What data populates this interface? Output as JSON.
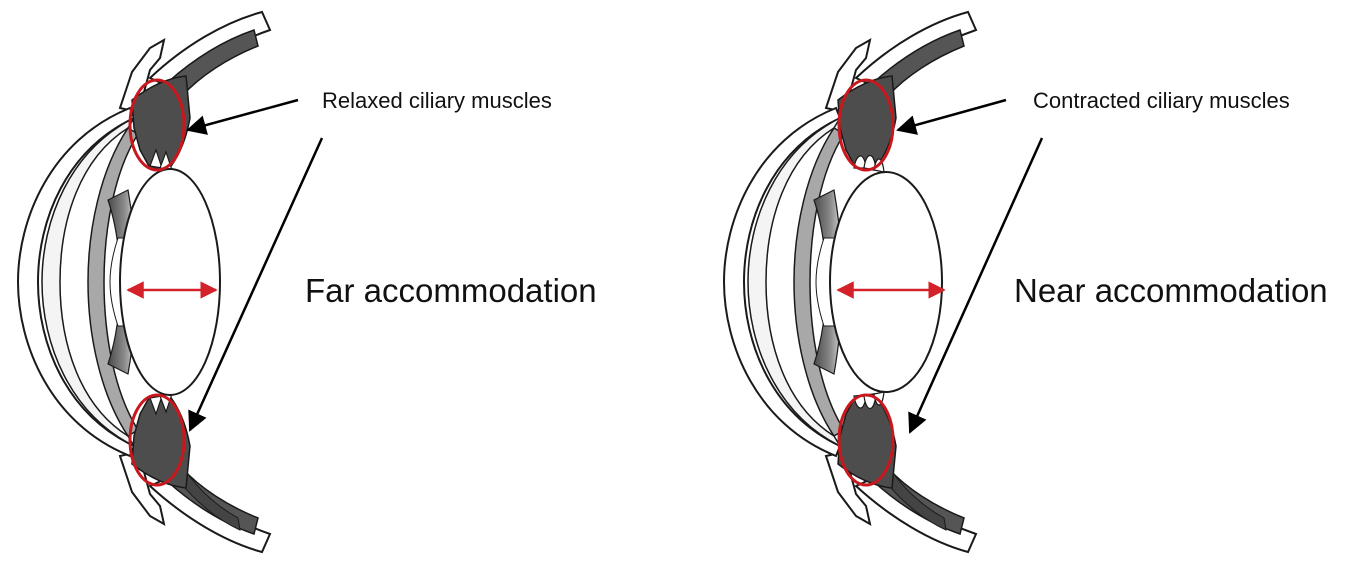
{
  "diagrams": [
    {
      "state": "far",
      "muscle_label": "Relaxed ciliary muscles",
      "accommodation_label": "Far accommodation"
    },
    {
      "state": "near",
      "muscle_label": "Contracted ciliary muscles",
      "accommodation_label": "Near accommodation"
    }
  ],
  "colors": {
    "outline": "#1a1a1a",
    "dark_tissue": "#555555",
    "mid_tissue": "#a8a8a8",
    "highlight_circle": "#c8181e",
    "measure_arrow": "#d4222a",
    "pointer_arrow": "#000000"
  }
}
